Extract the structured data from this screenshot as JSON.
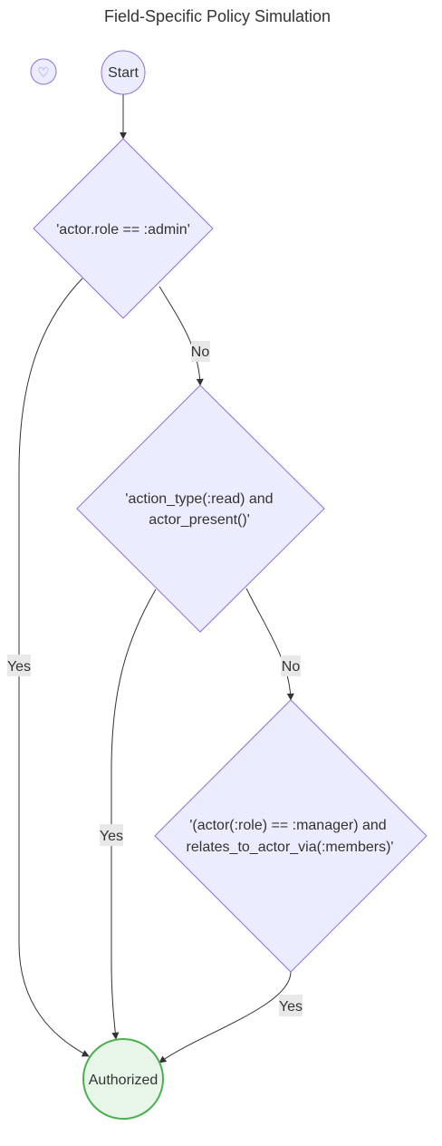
{
  "diagram": {
    "title": "Field-Specific Policy Simulation",
    "icon": "heart-icon",
    "icon_glyph": "♡",
    "colors": {
      "node_fill": "#ececff",
      "node_stroke": "#9370db",
      "end_fill": "#e8f5e9",
      "end_stroke": "#4caf50",
      "edge": "#333333",
      "label_bg": "#e8e8e8"
    },
    "nodes": {
      "start": "Start",
      "decision1": "'actor.role == :admin'",
      "decision2_line1": "'action_type(:read) and",
      "decision2_line2": "actor_present()'",
      "decision3_line1": "'(actor(:role) == :manager) and",
      "decision3_line2": "relates_to_actor_via(:members)'",
      "end": "Authorized"
    },
    "edges": {
      "d1_no": "No",
      "d1_yes": "Yes",
      "d2_no": "No",
      "d2_yes": "Yes",
      "d3_yes": "Yes"
    }
  }
}
